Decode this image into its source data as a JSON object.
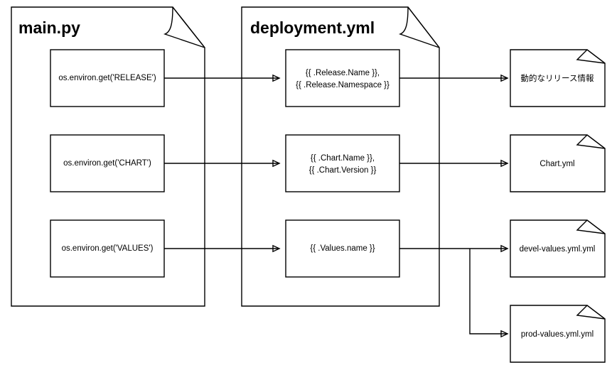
{
  "diagram": {
    "title_main": "main.py",
    "title_deployment": "deployment.yml",
    "containers": [
      {
        "name": "main-py-container",
        "label": "main.py"
      },
      {
        "name": "deployment-yml-container",
        "label": "deployment.yml"
      }
    ],
    "left_boxes": [
      {
        "name": "box-env-release",
        "label": "os.environ.get('RELEASE')"
      },
      {
        "name": "box-env-chart",
        "label": "os.environ.get('CHART')"
      },
      {
        "name": "box-env-values",
        "label": "os.environ.get('VALUES')"
      }
    ],
    "middle_boxes": [
      {
        "name": "box-release-tpl",
        "line1": "{{ .Release.Name }},",
        "line2": "{{ .Release.Namespace }}"
      },
      {
        "name": "box-chart-tpl",
        "line1": "{{ .Chart.Name }},",
        "line2": "{{ .Chart.Version }}"
      },
      {
        "name": "box-values-tpl",
        "line1": "{{ .Values.name }}",
        "line2": ""
      }
    ],
    "right_docs": [
      {
        "name": "doc-release-info",
        "label": "動的なリリース情報"
      },
      {
        "name": "doc-chart-yml",
        "label": "Chart.yml"
      },
      {
        "name": "doc-devel-values",
        "label": "devel-values.yml.yml"
      },
      {
        "name": "doc-prod-values",
        "label": "prod-values.yml.yml"
      }
    ],
    "colors": {
      "stroke": "#000000",
      "fill": "#ffffff",
      "background": "#ffffff"
    }
  }
}
